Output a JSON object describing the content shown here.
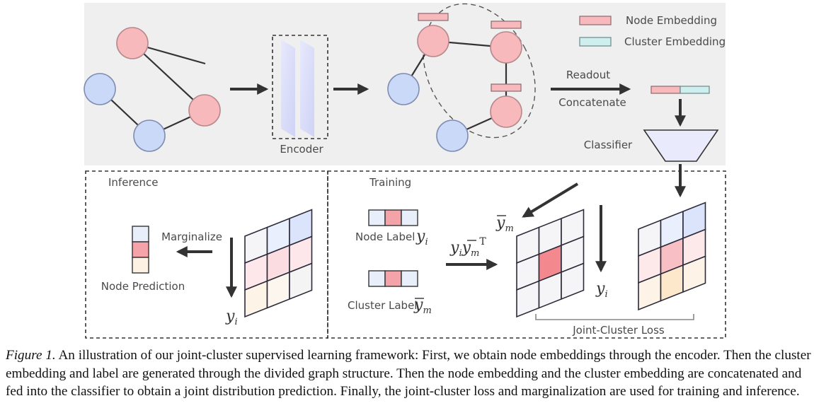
{
  "legend": {
    "node_embedding": "Node Embedding",
    "cluster_embedding": "Cluster Embedding"
  },
  "top": {
    "encoder": "Encoder",
    "readout": "Readout",
    "concatenate": "Concatenate",
    "classifier": "Classifier"
  },
  "inference": {
    "title": "Inference",
    "marginalize": "Marginalize",
    "node_prediction": "Node Prediction",
    "y_i": "yi"
  },
  "training": {
    "title": "Training",
    "node_label": "Node Label",
    "cluster_label": "Cluster Label",
    "y_i": "yi",
    "ybar_m": "ȳm",
    "product": "yiȳmᵀ",
    "joint_cluster_loss": "Joint-Cluster Loss"
  },
  "caption": {
    "label": "Figure 1.",
    "text": " An illustration of our joint-cluster supervised learning framework: First, we obtain node embeddings through the encoder. Then the cluster embedding and label are generated through the divided graph structure. Then the node embedding and the cluster embedding are concatenated and fed into the classifier to obtain a joint distribution prediction. Finally, the joint-cluster loss and marginalization are used for training and inference."
  },
  "colors": {
    "node": "#f8b9bd",
    "node_stroke": "#c98a8e",
    "blue_node": "#c9d9f7",
    "blue_stroke": "#8b9cc3",
    "cluster": "#cfeeee",
    "panel": "#efefef"
  }
}
